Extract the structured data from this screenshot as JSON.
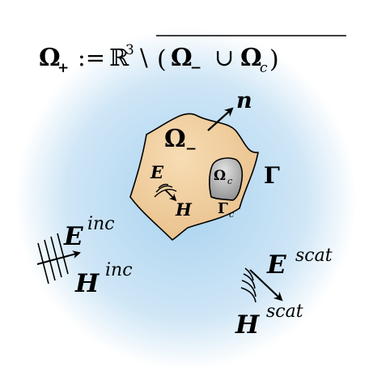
{
  "colors": {
    "domain_center": "#a8d2ef",
    "domain_edge": "#ffffff",
    "scatterer_fill": "#e8bf88",
    "scatterer_highlight": "#f7dcb4",
    "cavity_fill": "#8a8a8a",
    "cavity_highlight": "#e2e2e2",
    "ink": "#000000"
  },
  "title": {
    "lhs": "Ω",
    "lhs_sub": "+",
    "defeq": ":=",
    "space": "ℝ",
    "space_sup": "3",
    "setminus": "\\",
    "paren_open": "(",
    "omega_minus": "Ω",
    "omega_minus_sub": "−",
    "cup": "∪",
    "omega_c": "Ω",
    "omega_c_sub": "c",
    "paren_close": ")"
  },
  "labels": {
    "normal": "n",
    "omega_minus": "Ω",
    "omega_minus_sub": "−",
    "boundary": "Γ",
    "field_e": "E",
    "field_h": "H",
    "cavity": "Ω",
    "cavity_sub": "c",
    "cavity_boundary": "Γ",
    "cavity_boundary_sub": "c",
    "e_inc": "E",
    "e_inc_sup": "inc",
    "h_inc": "H",
    "h_inc_sup": "inc",
    "e_scat": "E",
    "e_scat_sup": "scat",
    "h_scat": "H",
    "h_scat_sup": "scat"
  }
}
